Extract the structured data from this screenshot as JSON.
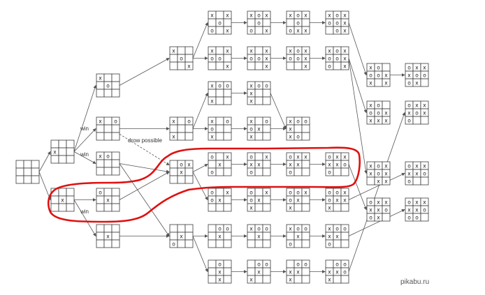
{
  "labels": {
    "win_1": "win",
    "win_2": "win",
    "win_3": "win",
    "draw_possible": "drow possible"
  },
  "watermark": "pikabu.ru",
  "colors": {
    "highlight": "#e01010",
    "grid": "#3a3a3a"
  },
  "boards": [
    {
      "id": "B0",
      "cells": [
        "",
        "",
        "",
        "",
        "",
        "",
        "",
        "",
        ""
      ]
    },
    {
      "id": "B1",
      "cells": [
        "",
        "",
        "",
        "X",
        "",
        "",
        "",
        "",
        ""
      ]
    },
    {
      "id": "B2",
      "cells": [
        "",
        "",
        "",
        "",
        "X",
        "",
        "",
        "",
        ""
      ]
    },
    {
      "id": "B3",
      "cells": [
        "X",
        "",
        "",
        "",
        "O",
        "",
        "",
        "",
        ""
      ]
    },
    {
      "id": "B4",
      "cells": [
        "X",
        "",
        "O",
        "",
        "",
        "",
        "",
        "",
        ""
      ]
    },
    {
      "id": "B5",
      "cells": [
        "X",
        "O",
        "",
        "",
        "",
        "",
        "",
        "",
        ""
      ]
    },
    {
      "id": "B6",
      "cells": [
        "O",
        "",
        "",
        "",
        "X",
        "",
        "",
        "",
        ""
      ]
    },
    {
      "id": "B7",
      "cells": [
        "",
        "",
        "",
        "",
        "X",
        "",
        "",
        "",
        ""
      ]
    },
    {
      "id": "B8",
      "cells": [
        "X",
        "",
        "",
        "",
        "O",
        "",
        "",
        "",
        "X"
      ]
    },
    {
      "id": "B9",
      "cells": [
        "X",
        "",
        "O",
        "",
        "",
        "",
        "X",
        "",
        ""
      ]
    },
    {
      "id": "B10",
      "cells": [
        "",
        "O",
        "X",
        "",
        "X",
        "",
        "",
        "",
        ""
      ]
    },
    {
      "id": "B11",
      "cells": [
        "",
        "",
        "",
        "",
        "X",
        "",
        "O",
        "",
        ""
      ]
    },
    {
      "id": "B12",
      "cells": [
        "X",
        "",
        "X",
        "",
        "O",
        "",
        "O",
        "",
        "X"
      ]
    },
    {
      "id": "B13",
      "cells": [
        "X",
        "",
        "X",
        "O",
        "O",
        "",
        "",
        "",
        "X"
      ]
    },
    {
      "id": "B14",
      "cells": [
        "X",
        "O",
        "O",
        "",
        "",
        "",
        "X",
        "",
        ""
      ]
    },
    {
      "id": "B15",
      "cells": [
        "X",
        "",
        "O",
        "O",
        "",
        "",
        "X",
        "",
        ""
      ]
    },
    {
      "id": "B16",
      "cells": [
        "O",
        "",
        "X",
        "",
        "X",
        "",
        "O",
        "",
        ""
      ]
    },
    {
      "id": "B17",
      "cells": [
        "O",
        "",
        "X",
        "O",
        "X",
        "",
        "",
        "",
        ""
      ]
    },
    {
      "id": "B18",
      "cells": [
        "",
        "O",
        "O",
        "",
        "X",
        "",
        "",
        "",
        ""
      ]
    },
    {
      "id": "B19",
      "cells": [
        "",
        "O",
        "",
        "",
        "X",
        "",
        "",
        "X",
        ""
      ]
    },
    {
      "id": "B20",
      "cells": [
        "X",
        "O",
        "X",
        "",
        "O",
        "",
        "O",
        "",
        "X"
      ]
    },
    {
      "id": "B21",
      "cells": [
        "X",
        "",
        "X",
        "O",
        "O",
        "X",
        "",
        "",
        "X"
      ]
    },
    {
      "id": "B22",
      "cells": [
        "X",
        "O",
        "O",
        "X",
        "",
        "",
        "X",
        "",
        ""
      ]
    },
    {
      "id": "B23",
      "cells": [
        "X",
        "",
        "O",
        "O",
        "X",
        "",
        "X",
        "",
        ""
      ]
    },
    {
      "id": "B24",
      "cells": [
        "O",
        "",
        "X",
        "X",
        "X",
        "",
        "O",
        "",
        ""
      ]
    },
    {
      "id": "B25",
      "cells": [
        "O",
        "",
        "X",
        "O",
        "X",
        "",
        "X",
        "",
        ""
      ]
    },
    {
      "id": "B26",
      "cells": [
        "X",
        "O",
        "O",
        "",
        "X",
        "",
        "",
        "",
        ""
      ]
    },
    {
      "id": "B27",
      "cells": [
        "",
        "O",
        "O",
        "",
        "X",
        "",
        "X",
        "",
        ""
      ]
    },
    {
      "id": "B28",
      "cells": [
        "X",
        "O",
        "X",
        "",
        "O",
        "",
        "O",
        "X",
        "X"
      ]
    },
    {
      "id": "B29",
      "cells": [
        "X",
        "O",
        "X",
        "O",
        "O",
        "X",
        "",
        "",
        "X"
      ]
    },
    {
      "id": "B30",
      "cells": [
        "X",
        "O",
        "O",
        "X",
        "",
        "",
        "X",
        "O",
        ""
      ]
    },
    {
      "id": "B31",
      "cells": [
        "O",
        "X",
        "X",
        "X",
        "X",
        "",
        "O",
        "",
        ""
      ]
    },
    {
      "id": "B32",
      "cells": [
        "O",
        "O",
        "X",
        "O",
        "X",
        "",
        "X",
        "",
        ""
      ]
    },
    {
      "id": "B33",
      "cells": [
        "X",
        "O",
        "O",
        "",
        "X",
        "",
        "O",
        "",
        ""
      ]
    },
    {
      "id": "B34",
      "cells": [
        "",
        "O",
        "O",
        "X",
        "X",
        "",
        "X",
        "",
        ""
      ]
    },
    {
      "id": "B35",
      "cells": [
        "X",
        "O",
        "X",
        "O",
        "O",
        "X",
        "",
        "O",
        "X"
      ]
    },
    {
      "id": "B36",
      "cells": [
        "X",
        "O",
        "X",
        "O",
        "O",
        "X",
        "O",
        "",
        "X"
      ]
    },
    {
      "id": "B37",
      "cells": [
        "O",
        "X",
        "X",
        "X",
        "X",
        "O",
        "O",
        "",
        ""
      ]
    },
    {
      "id": "B38",
      "cells": [
        "O",
        "O",
        "X",
        "O",
        "X",
        "X",
        "X",
        "",
        ""
      ]
    },
    {
      "id": "B39",
      "cells": [
        "X",
        "O",
        "O",
        "X",
        "X",
        "",
        "O",
        "",
        ""
      ]
    },
    {
      "id": "B40",
      "cells": [
        "",
        "O",
        "O",
        "X",
        "X",
        "O",
        "X",
        "",
        ""
      ]
    },
    {
      "id": "B41",
      "cells": [
        "X",
        "O",
        "",
        "O",
        "O",
        "X",
        "X",
        "",
        "X"
      ]
    },
    {
      "id": "B42",
      "cells": [
        "X",
        "O",
        "",
        "O",
        "O",
        "X",
        "X",
        "X",
        "X"
      ]
    },
    {
      "id": "B43",
      "cells": [
        "X",
        "O",
        "X",
        "X",
        "O",
        "X",
        "",
        "X",
        "X"
      ]
    },
    {
      "id": "B44",
      "cells": [
        "O",
        "X",
        "X",
        "X",
        "X",
        "O",
        "O",
        "X",
        ""
      ]
    },
    {
      "id": "B45",
      "cells": [
        "O",
        "X",
        "X",
        "X",
        "X",
        "O",
        "O",
        "",
        ""
      ]
    },
    {
      "id": "B46",
      "cells": [
        "O",
        "X",
        "X",
        "X",
        "X",
        "O",
        "O",
        "O",
        ""
      ]
    },
    {
      "id": "B47",
      "cells": [
        "O",
        "X",
        "X",
        "X",
        "O",
        "X",
        "O",
        "",
        ""
      ]
    },
    {
      "id": "B48",
      "cells": [
        "O",
        "X",
        "X",
        "X",
        "O",
        "O",
        "O",
        "X",
        ""
      ]
    },
    {
      "id": "B49",
      "cells": [
        "X",
        "X",
        "O",
        "O",
        "X",
        "X",
        "O",
        "",
        ""
      ]
    },
    {
      "id": "B50",
      "cells": [
        "X",
        "X",
        "O",
        "X",
        "O",
        "X",
        "O",
        "",
        ""
      ]
    },
    {
      "id": "B51",
      "cells": [
        "O",
        "X",
        "X",
        "X",
        "O",
        "X",
        "O",
        "",
        ""
      ]
    },
    {
      "id": "B52",
      "cells": [
        "O",
        "X",
        "X",
        "X",
        "O",
        "O",
        "O",
        "X",
        "X"
      ]
    },
    {
      "id": "B53",
      "cells": [
        "O",
        "X",
        "X",
        "X",
        "X",
        "O",
        "O",
        "X",
        ""
      ]
    },
    {
      "id": "B54",
      "cells": [
        "O",
        "O",
        "X",
        "X",
        "X",
        "O",
        "X",
        "X",
        ""
      ]
    }
  ],
  "edges": [
    [
      "B0",
      "B1"
    ],
    [
      "B0",
      "B2"
    ],
    [
      "B1",
      "B3"
    ],
    [
      "B1",
      "B4"
    ],
    [
      "B1",
      "B5"
    ],
    [
      "B2",
      "B6"
    ],
    [
      "B2",
      "B7"
    ],
    [
      "B3",
      "B8"
    ],
    [
      "B4",
      "B9"
    ],
    [
      "B5",
      "B10"
    ],
    [
      "B6",
      "B10"
    ],
    [
      "B5",
      "B11"
    ],
    [
      "B7",
      "B11"
    ],
    [
      "B8",
      "B12"
    ],
    [
      "B8",
      "B13"
    ],
    [
      "B9",
      "B14"
    ],
    [
      "B9",
      "B15"
    ],
    [
      "B10",
      "B16"
    ],
    [
      "B10",
      "B17"
    ],
    [
      "B11",
      "B18"
    ],
    [
      "B11",
      "B19"
    ],
    [
      "B12",
      "B20"
    ],
    [
      "B13",
      "B21"
    ],
    [
      "B14",
      "B22"
    ],
    [
      "B15",
      "B23"
    ],
    [
      "B16",
      "B24"
    ],
    [
      "B17",
      "B25"
    ],
    [
      "B18",
      "B26"
    ],
    [
      "B19",
      "B27"
    ],
    [
      "B20",
      "B28"
    ],
    [
      "B21",
      "B29"
    ],
    [
      "B22",
      "B30"
    ],
    [
      "B23",
      "B30"
    ],
    [
      "B24",
      "B31"
    ],
    [
      "B25",
      "B32"
    ],
    [
      "B26",
      "B33"
    ],
    [
      "B27",
      "B34"
    ],
    [
      "B28",
      "B35"
    ],
    [
      "B29",
      "B36"
    ],
    [
      "B31",
      "B37"
    ],
    [
      "B32",
      "B38"
    ],
    [
      "B33",
      "B39"
    ],
    [
      "B34",
      "B40"
    ],
    [
      "B35",
      "B41"
    ],
    [
      "B36",
      "B42"
    ],
    [
      "B36",
      "B43"
    ],
    [
      "B37",
      "B44"
    ],
    [
      "B38",
      "B45"
    ],
    [
      "B39",
      "B46"
    ],
    [
      "B40",
      "B47"
    ],
    [
      "B41",
      "B48"
    ],
    [
      "B42",
      "B49"
    ],
    [
      "B43",
      "B50"
    ],
    [
      "B45",
      "B51"
    ],
    [
      "B45",
      "B52"
    ],
    [
      "B46",
      "B53"
    ],
    [
      "B47",
      "B54"
    ]
  ]
}
